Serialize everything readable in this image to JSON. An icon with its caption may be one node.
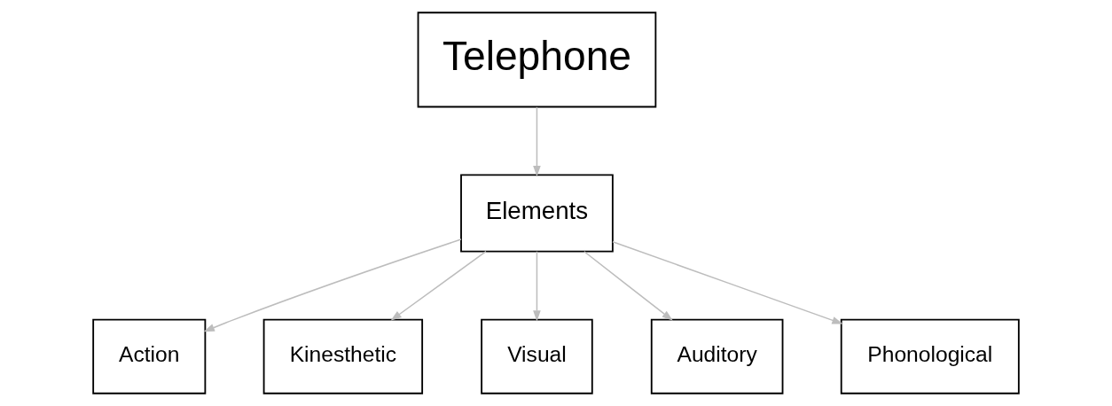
{
  "diagram": {
    "nodes": [
      {
        "text": [
          "Telephone"
        ]
      },
      {
        "text": [
          "Elements"
        ]
      },
      {
        "text": [
          "Action"
        ]
      },
      {
        "text": [
          "Kinesthetic"
        ]
      },
      {
        "text": [
          "Visual"
        ]
      },
      {
        "text": [
          "Auditory"
        ]
      },
      {
        "text": [
          "Phonological"
        ]
      }
    ],
    "edges": [
      {
        "from": 0,
        "to": 1,
        "arrow": "to",
        "color": "#bdbdbd"
      },
      {
        "from": 1,
        "to": 2,
        "arrow": "to",
        "color": "#bdbdbd"
      },
      {
        "from": 1,
        "to": 3,
        "arrow": "to",
        "color": "#bdbdbd"
      },
      {
        "from": 1,
        "to": 4,
        "arrow": "to",
        "color": "#bdbdbd"
      },
      {
        "from": 1,
        "to": 5,
        "arrow": "to",
        "color": "#bdbdbd"
      },
      {
        "from": 1,
        "to": 6,
        "arrow": "to",
        "color": "#bdbdbd"
      }
    ]
  }
}
